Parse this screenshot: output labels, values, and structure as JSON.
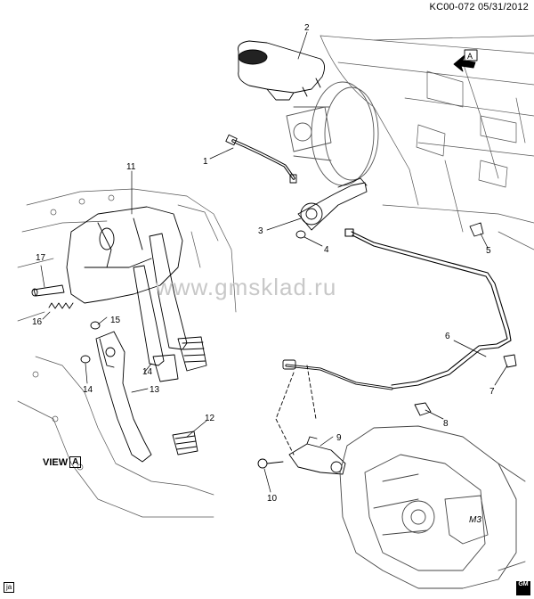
{
  "header": {
    "code": "KC00-072",
    "date": "05/31/2012"
  },
  "watermark": "www.gmsklad.ru",
  "view": {
    "label": "VIEW",
    "letter": "A"
  },
  "view_arrow_letter": "A",
  "corner_badge": "ja",
  "logo_text": "GM",
  "callouts": {
    "c1": "1",
    "c2": "2",
    "c3": "3",
    "c4": "4",
    "c5": "5",
    "c6": "6",
    "c7": "7",
    "c8": "8",
    "c9": "9",
    "c10": "10",
    "c11": "11",
    "c12": "12",
    "c13": "13",
    "c14a": "14",
    "c14b": "14",
    "c15": "15",
    "c16": "16",
    "c17": "17"
  },
  "transmission_label": "M3"
}
